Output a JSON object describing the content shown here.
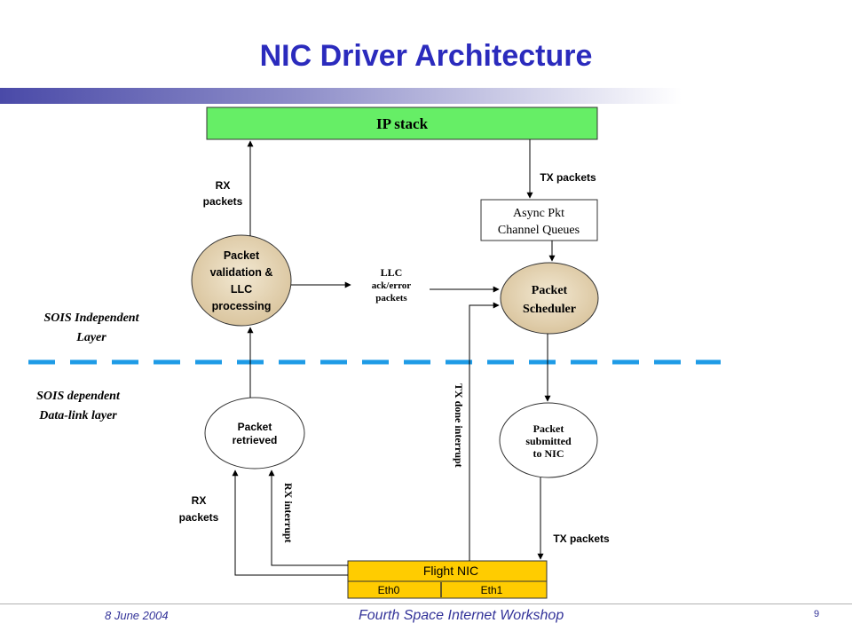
{
  "title": "NIC Driver Architecture",
  "nodes": {
    "ip_stack": "IP stack",
    "async_queues_line1": "Async Pkt",
    "async_queues_line2": "Channel Queues",
    "packet_validation": [
      "Packet",
      "validation &",
      "LLC",
      "processing"
    ],
    "packet_scheduler": [
      "Packet",
      "Scheduler"
    ],
    "packet_retrieved": [
      "Packet",
      "retrieved"
    ],
    "packet_submitted": [
      "Packet",
      "submitted",
      "to NIC"
    ],
    "flight_nic": "Flight NIC",
    "eth0": "Eth0",
    "eth1": "Eth1"
  },
  "labels": {
    "rx_packets_top": [
      "RX",
      "packets"
    ],
    "tx_packets_top": "TX packets",
    "llc_ack": [
      "LLC",
      "ack/error",
      "packets"
    ],
    "rx_packets_bottom": [
      "RX",
      "packets"
    ],
    "rx_interrupt": "RX interrupt",
    "tx_done_interrupt": "TX done interrupt",
    "tx_packets_bottom": "TX packets"
  },
  "layers": {
    "independent": [
      "SOIS Independent",
      "Layer"
    ],
    "dependent": [
      "SOIS dependent",
      "Data-link layer"
    ]
  },
  "colors": {
    "title": "#2b2bbd",
    "ip_stack_fill": "#66ee66",
    "node_fill": "#e9dcc0",
    "nic_fill": "#ffcc00",
    "separator": "#1e9be6"
  },
  "footer": {
    "date": "8 June 2004",
    "workshop": "Fourth Space Internet Workshop",
    "page": "9"
  }
}
